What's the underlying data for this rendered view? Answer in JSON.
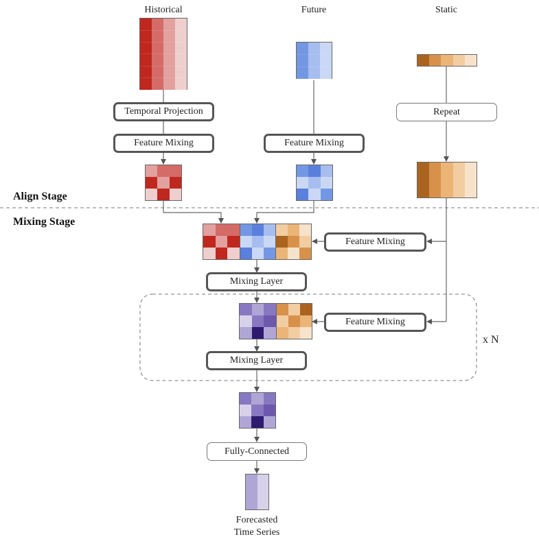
{
  "inputs": {
    "historical": "Historical",
    "future": "Future",
    "static": "Static"
  },
  "stages": {
    "align": "Align Stage",
    "mixing": "Mixing Stage"
  },
  "blocks": {
    "temporal_projection": "Temporal Projection",
    "feature_mixing_hist": "Feature Mixing",
    "feature_mixing_future": "Feature Mixing",
    "repeat": "Repeat",
    "feature_mixing_static_1": "Feature Mixing",
    "mixing_layer_1": "Mixing Layer",
    "feature_mixing_static_2": "Feature Mixing",
    "mixing_layer_2": "Mixing Layer",
    "fully_connected": "Fully-Connected"
  },
  "repeat_label": "x N",
  "output": {
    "line1": "Forecasted",
    "line2": "Time Series"
  },
  "colors": {
    "red": [
      "#c0271e",
      "#d46b67",
      "#e2a09e",
      "#efcfce"
    ],
    "blue": [
      "#5a7fdc",
      "#7397e3",
      "#a7bdef",
      "#cad8f5"
    ],
    "orange": [
      "#aa6420",
      "#d8914a",
      "#ebb577",
      "#f2cda2",
      "#f7e3cc"
    ],
    "purple": [
      "#2e1a6e",
      "#8878c2",
      "#b0a6d6",
      "#d7d1ea",
      "#6e58ac"
    ],
    "line": "#666666"
  },
  "matrices": {
    "historical_input": {
      "cols": [
        "#c0271e",
        "#d46b67",
        "#e2a09e",
        "#efcfce"
      ],
      "rows": 6
    },
    "future_input": {
      "cols": [
        "#7397e3",
        "#a7bdef",
        "#cad8f5"
      ],
      "rows": 3
    },
    "static_input": {
      "cols": [
        "#aa6420",
        "#d8914a",
        "#ebb577",
        "#f2cda2",
        "#f7e3cc"
      ],
      "rows": 1
    },
    "static_repeated": {
      "cols": [
        "#aa6420",
        "#d8914a",
        "#ebb577",
        "#f2cda2",
        "#f7e3cc"
      ],
      "rows": 1
    },
    "hist_mixed": [
      [
        "#e2a09e",
        "#d46b67",
        "#d46b67"
      ],
      [
        "#c0271e",
        "#e2a09e",
        "#c0271e"
      ],
      [
        "#efcfce",
        "#c0271e",
        "#efcfce"
      ]
    ],
    "future_mixed": [
      [
        "#7397e3",
        "#5a7fdc",
        "#a7bdef"
      ],
      [
        "#cad8f5",
        "#a7bdef",
        "#cad8f5"
      ],
      [
        "#5a7fdc",
        "#cad8f5",
        "#7397e3"
      ]
    ],
    "static_mixed_1": [
      [
        "#f2cda2",
        "#ebb577",
        "#f7e3cc"
      ],
      [
        "#aa6420",
        "#d8914a",
        "#f2cda2"
      ],
      [
        "#ebb577",
        "#f7e3cc",
        "#d8914a"
      ]
    ],
    "purple_block": [
      [
        "#8878c2",
        "#b0a6d6",
        "#8878c2"
      ],
      [
        "#d7d1ea",
        "#8878c2",
        "#6e58ac"
      ],
      [
        "#b0a6d6",
        "#2e1a6e",
        "#b0a6d6"
      ]
    ],
    "static_mixed_2": [
      [
        "#d8914a",
        "#f2cda2",
        "#aa6420"
      ],
      [
        "#f2cda2",
        "#d8914a",
        "#ebb577"
      ],
      [
        "#ebb577",
        "#f2cda2",
        "#f7e3cc"
      ]
    ],
    "output_series": {
      "cols": [
        "#b0a6d6",
        "#d7d1ea"
      ],
      "rows": 1
    }
  }
}
